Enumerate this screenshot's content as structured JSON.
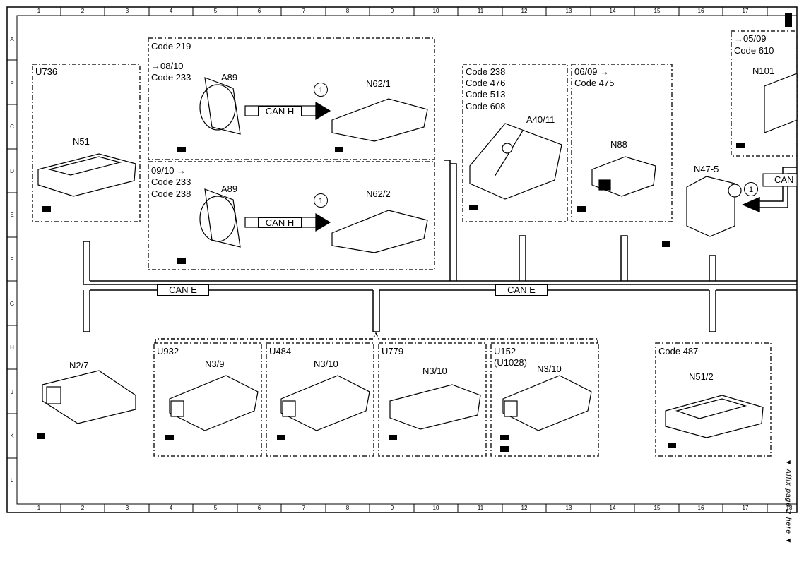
{
  "grid": {
    "cols": [
      "1",
      "2",
      "3",
      "4",
      "5",
      "6",
      "7",
      "8",
      "9",
      "10",
      "11",
      "12",
      "13",
      "14",
      "15",
      "16",
      "17",
      "18"
    ],
    "rows": [
      "A",
      "B",
      "C",
      "D",
      "E",
      "F",
      "G",
      "H",
      "J",
      "K",
      "L"
    ]
  },
  "labels": {
    "u736": "U736",
    "n51": "N51",
    "code219": "Code 219",
    "date_0810": "→08/10",
    "code233a": "Code 233",
    "a89_top": "A89",
    "n62_1": "N62/1",
    "can_h_top": "CAN H",
    "circle1": "1",
    "date_0910": "09/10  →",
    "code233b": "Code 233",
    "code238b": "Code 238",
    "a89_bottom": "A89",
    "n62_2": "N62/2",
    "can_h_bottom": "CAN H",
    "code238": "Code 238",
    "code476": "Code 476",
    "code513": "Code 513",
    "code608": "Code 608",
    "a40_11": "A40/11",
    "date_0609": "06/09  →",
    "code475": "Code 475",
    "n88": "N88",
    "n47_5": "N47-5",
    "can_right": "CAN",
    "date_0509": "→05/09",
    "code610": "Code 610",
    "n101": "N101",
    "can_e_left": "CAN E",
    "can_e_right": "CAN E",
    "n2_7": "N2/7",
    "u932": "U932",
    "n3_9": "N3/9",
    "u484": "U484",
    "n3_10a": "N3/10",
    "u779": "U779",
    "n3_10b": "N3/10",
    "u152": "U152",
    "u1028": "(U1028)",
    "n3_10c": "N3/10",
    "code487": "Code 487",
    "n51_2": "N51/2",
    "affix_note": "▼ Affix page 2 here ▼"
  }
}
